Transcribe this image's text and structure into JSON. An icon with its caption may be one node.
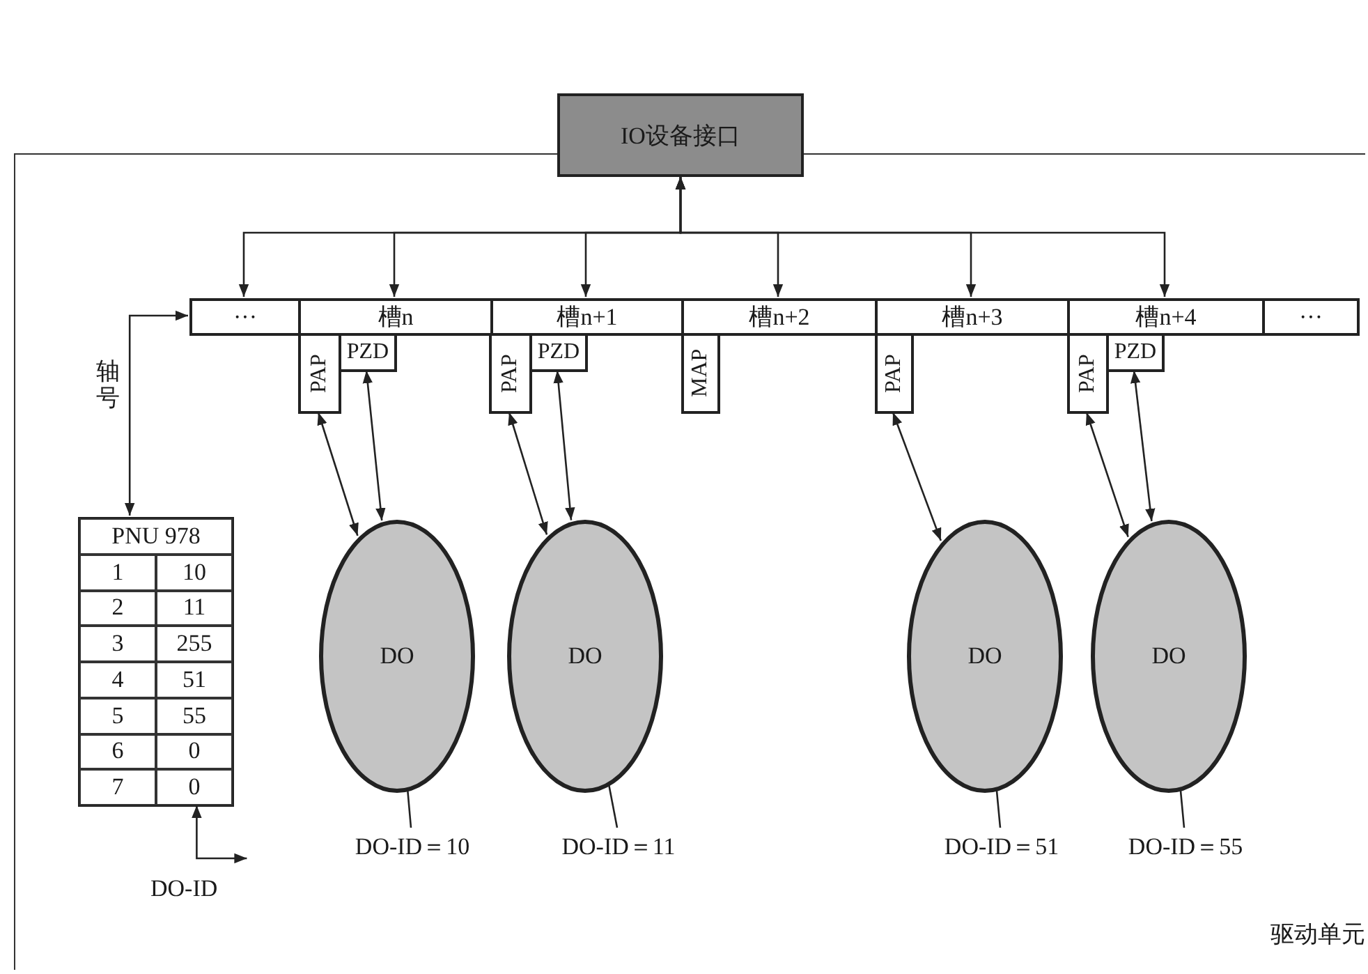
{
  "diagram": {
    "nodes": [
      {
        "text": [
          "IO设备接口"
        ]
      },
      {
        "text": [
          "驱动单元"
        ]
      },
      {
        "text": [
          "···"
        ],
        "in": 1
      },
      {
        "text": [
          "槽n"
        ],
        "in": 1
      },
      {
        "text": [
          "槽n+1"
        ],
        "in": 1
      },
      {
        "text": [
          "槽n+2"
        ],
        "in": 1
      },
      {
        "text": [
          "槽n+3"
        ],
        "in": 1
      },
      {
        "text": [
          "槽n+4"
        ],
        "in": 1
      },
      {
        "text": [
          "···"
        ],
        "in": 1
      },
      {
        "text": [
          "PAP"
        ],
        "in": 1
      },
      {
        "text": [
          "PZD"
        ],
        "in": 1
      },
      {
        "text": [
          "PAP"
        ],
        "in": 1
      },
      {
        "text": [
          "PZD"
        ],
        "in": 1
      },
      {
        "text": [
          "MAP"
        ],
        "in": 1
      },
      {
        "text": [
          "PAP"
        ],
        "in": 1
      },
      {
        "text": [
          "PAP"
        ],
        "in": 1
      },
      {
        "text": [
          "PZD"
        ],
        "in": 1
      },
      {
        "text": [
          "PNU 978",
          "1",
          "10",
          "2",
          "11",
          "3",
          "255",
          "4",
          "51",
          "5",
          "55",
          "6",
          "0",
          "7",
          "0"
        ],
        "in": 1
      },
      {
        "text": [
          "DO"
        ],
        "in": 1
      },
      {
        "text": [
          "DO"
        ],
        "in": 1
      },
      {
        "text": [
          "DO"
        ],
        "in": 1
      },
      {
        "text": [
          "DO"
        ],
        "in": 1
      },
      {
        "text": [
          "DO-ID＝10"
        ],
        "in": 1
      },
      {
        "text": [
          "DO-ID＝11"
        ],
        "in": 1
      },
      {
        "text": [
          "DO-ID＝51"
        ],
        "in": 1
      },
      {
        "text": [
          "DO-ID＝55"
        ],
        "in": 1
      }
    ],
    "edges": [
      {
        "from": 0,
        "to": 2,
        "arrow": "both"
      },
      {
        "from": 0,
        "to": 3,
        "arrow": "both"
      },
      {
        "from": 0,
        "to": 4,
        "arrow": "both"
      },
      {
        "from": 0,
        "to": 5,
        "arrow": "both"
      },
      {
        "from": 0,
        "to": 6,
        "arrow": "both"
      },
      {
        "from": 0,
        "to": 7,
        "arrow": "both"
      },
      {
        "from": 2,
        "to": 17,
        "arrow": "both",
        "label": "轴号"
      },
      {
        "from": 17,
        "to": null,
        "arrow": "both"
      },
      {
        "from": 9,
        "to": 18,
        "arrow": "both"
      },
      {
        "from": 10,
        "to": 18,
        "arrow": "both"
      },
      {
        "from": 11,
        "to": 19,
        "arrow": "both"
      },
      {
        "from": 12,
        "to": 19,
        "arrow": "both"
      },
      {
        "from": 14,
        "to": 20,
        "arrow": "both"
      },
      {
        "from": 15,
        "to": 21,
        "arrow": "both"
      },
      {
        "from": 16,
        "to": 21,
        "arrow": "both"
      },
      {
        "from": 22,
        "to": 18,
        "arrow": "none"
      },
      {
        "from": 23,
        "to": 19,
        "arrow": "none"
      },
      {
        "from": 24,
        "to": 20,
        "arrow": "none"
      },
      {
        "from": 25,
        "to": 21,
        "arrow": "none"
      }
    ],
    "labels": [
      "DO-ID"
    ]
  }
}
